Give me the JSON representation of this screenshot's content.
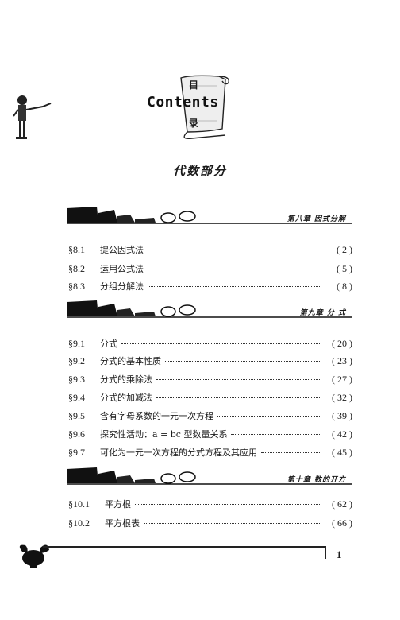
{
  "header": {
    "contents_word": "Contents",
    "cn_top": "目",
    "cn_bottom": "录"
  },
  "section_title": "代数部分",
  "chapters": [
    {
      "label": "第八章 因式分解",
      "entries": [
        {
          "num": "§8.1",
          "title": "提公因式法",
          "page": "( 2 )"
        },
        {
          "num": "§8.2",
          "title": "运用公式法",
          "page": "( 5 )"
        },
        {
          "num": "§8.3",
          "title": "分组分解法",
          "page": "( 8 )"
        }
      ]
    },
    {
      "label": "第九章 分 式",
      "entries": [
        {
          "num": "§9.1",
          "title": "分式",
          "page": "( 20 )"
        },
        {
          "num": "§9.2",
          "title": "分式的基本性质",
          "page": "( 23 )"
        },
        {
          "num": "§9.3",
          "title": "分式的乘除法",
          "page": "( 27 )"
        },
        {
          "num": "§9.4",
          "title": "分式的加减法",
          "page": "( 32 )"
        },
        {
          "num": "§9.5",
          "title": "含有字母系数的一元一次方程",
          "page": "( 39 )"
        },
        {
          "num": "§9.6",
          "title": "探究性活动：a = bc 型数量关系",
          "page": "( 42 )"
        },
        {
          "num": "§9.7",
          "title": "可化为一元一次方程的分式方程及其应用",
          "page": "( 45 )"
        }
      ]
    },
    {
      "label": "第十章 数的开方",
      "entries": [
        {
          "num": "§10.1",
          "title": "平方根",
          "page": "( 62 )"
        },
        {
          "num": "§10.2",
          "title": "平方根表",
          "page": "( 66 )"
        }
      ]
    }
  ],
  "page_number": "1"
}
